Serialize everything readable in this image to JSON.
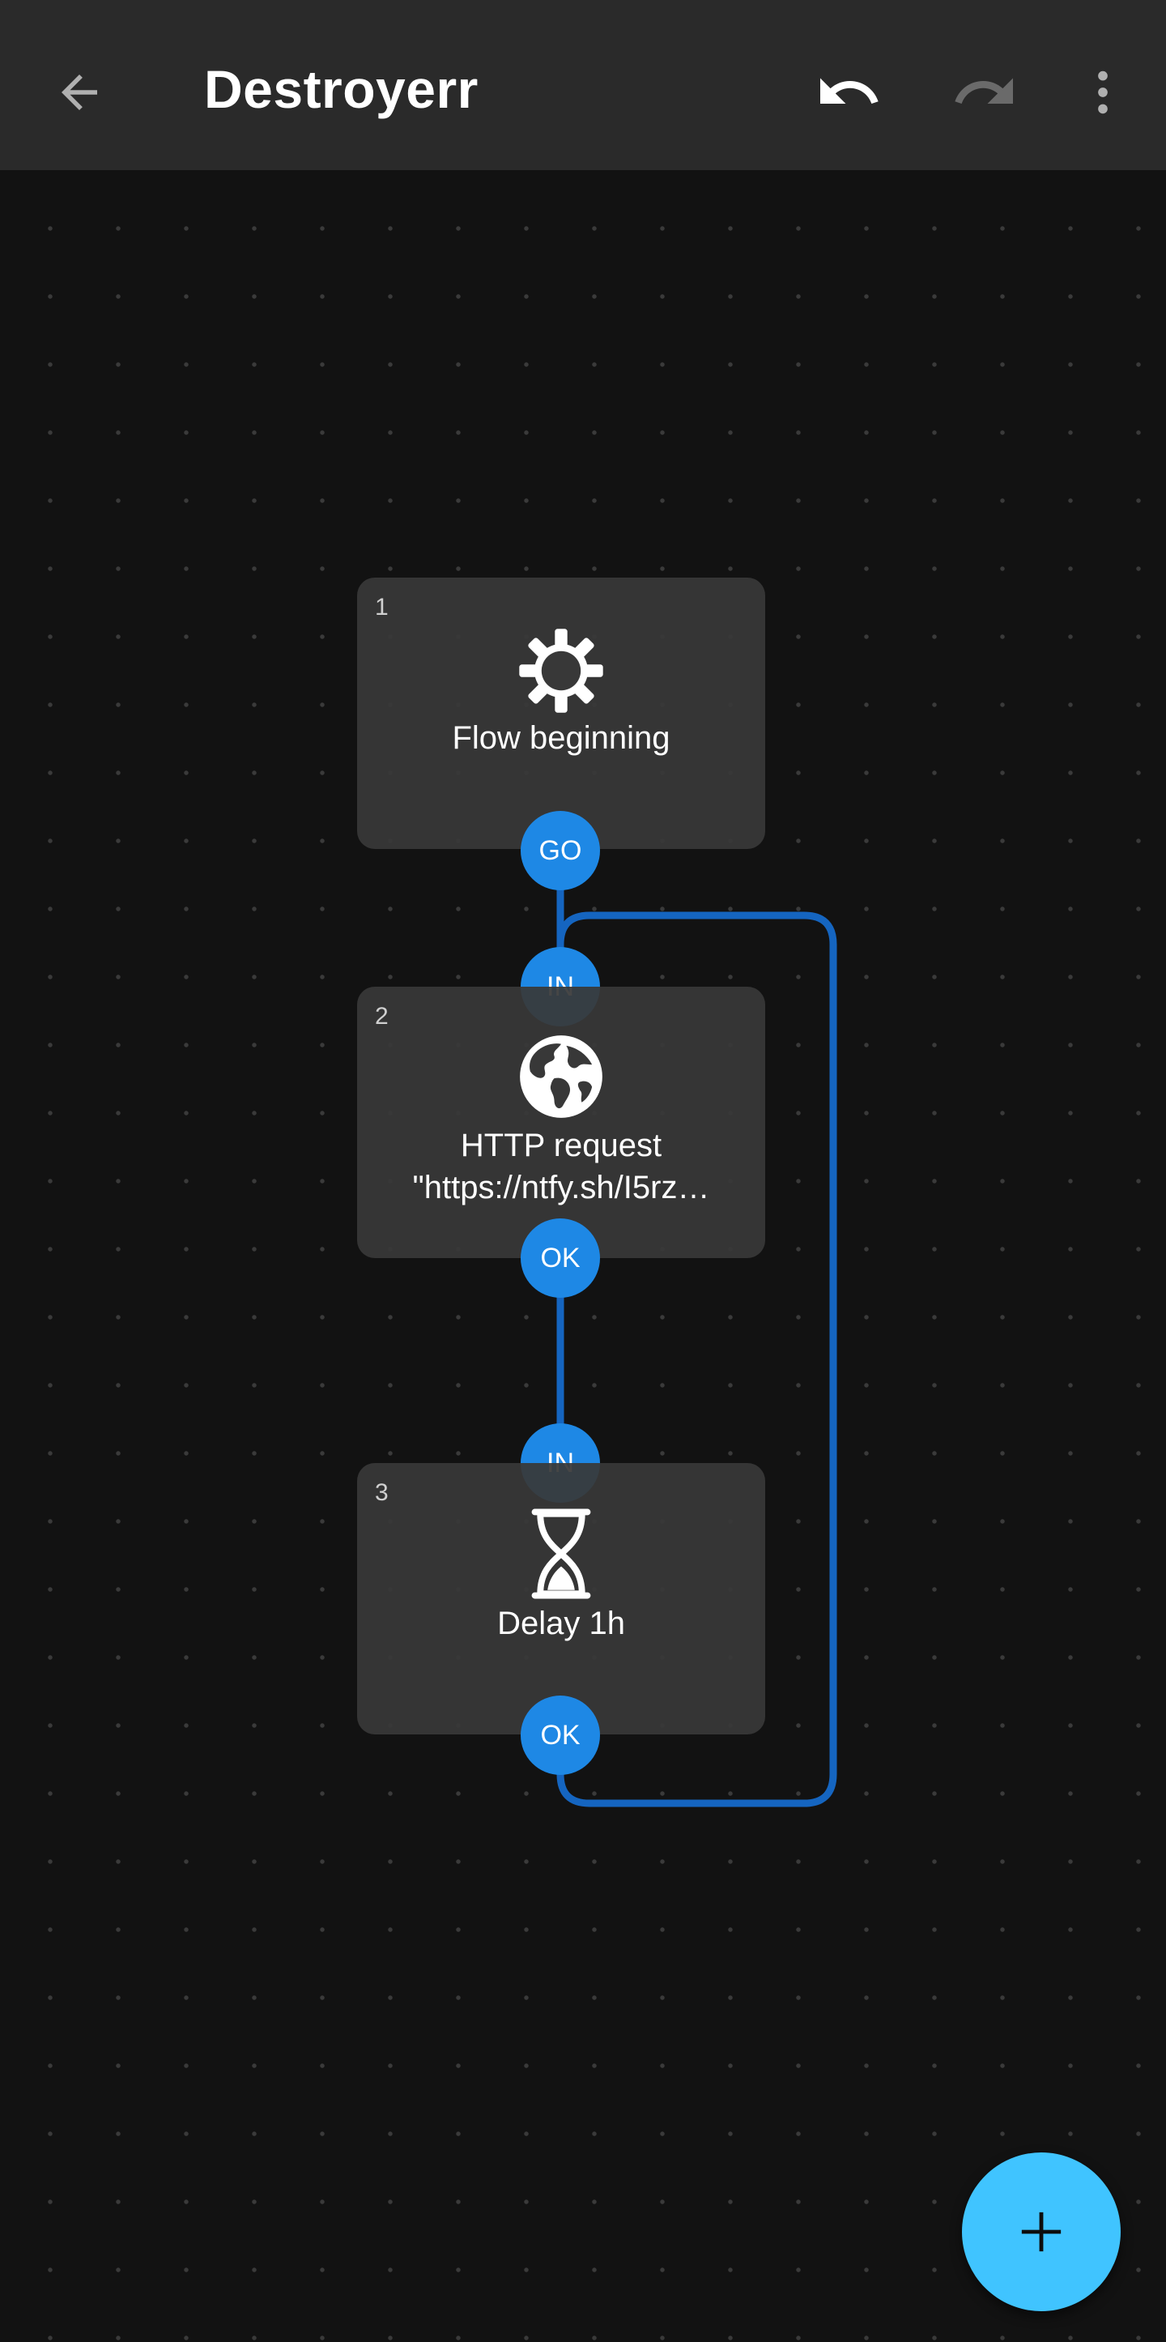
{
  "appbar": {
    "title": "Destroyerr",
    "back_icon": "arrow-left-icon",
    "undo_icon": "undo-icon",
    "redo_icon": "redo-icon",
    "menu_icon": "more-vert-icon"
  },
  "colors": {
    "port": "#1e88e5",
    "link": "#1565c0",
    "fab": "#40c4ff",
    "node": "#383838",
    "appbar": "#2a2a2a",
    "canvas": "#121212"
  },
  "nodes": [
    {
      "number": "1",
      "icon": "gear-icon",
      "label_lines": [
        "Flow beginning"
      ],
      "out_ports": [
        "GO"
      ]
    },
    {
      "number": "2",
      "icon": "globe-icon",
      "label_lines": [
        "HTTP request",
        "\"https://ntfy.sh/I5rz…"
      ],
      "in_ports": [
        "IN"
      ],
      "out_ports": [
        "OK"
      ]
    },
    {
      "number": "3",
      "icon": "hourglass-icon",
      "label_lines": [
        "Delay 1h"
      ],
      "in_ports": [
        "IN"
      ],
      "out_ports": [
        "OK"
      ]
    }
  ],
  "fab": {
    "icon": "plus-icon"
  }
}
